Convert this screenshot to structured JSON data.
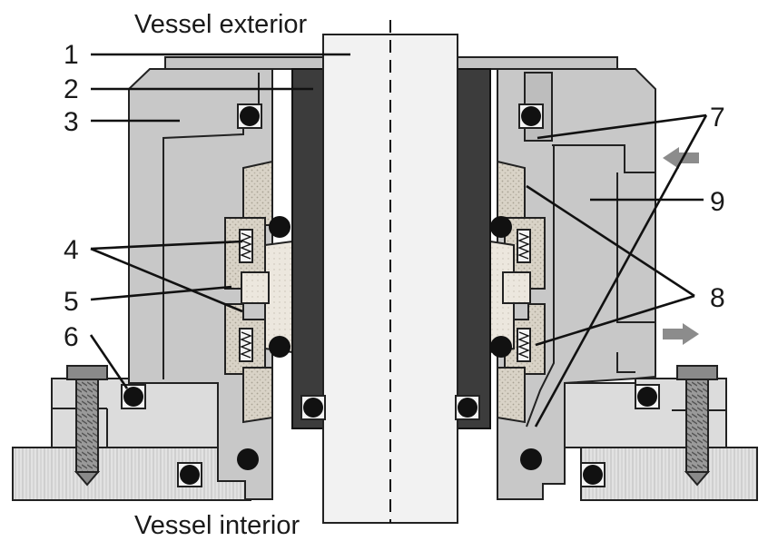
{
  "captions": {
    "top": "Vessel exterior",
    "bottom": "Vessel interior"
  },
  "labels": [
    "1",
    "2",
    "3",
    "4",
    "5",
    "6",
    "7",
    "8",
    "9"
  ],
  "colors": {
    "housing": "#c8c8c8",
    "housing_light": "#d6d6d6",
    "sleeve": "#3c3c3c",
    "shaft": "#f2f2f2",
    "cartridge": "#bdbdbd",
    "seal_face": "#d9d3c7",
    "seal_face_light": "#ece7de",
    "bolt": "#8a8a8a",
    "flange": "#e4e4e4",
    "oring": "#111111",
    "arrow": "#8c8c8c"
  }
}
